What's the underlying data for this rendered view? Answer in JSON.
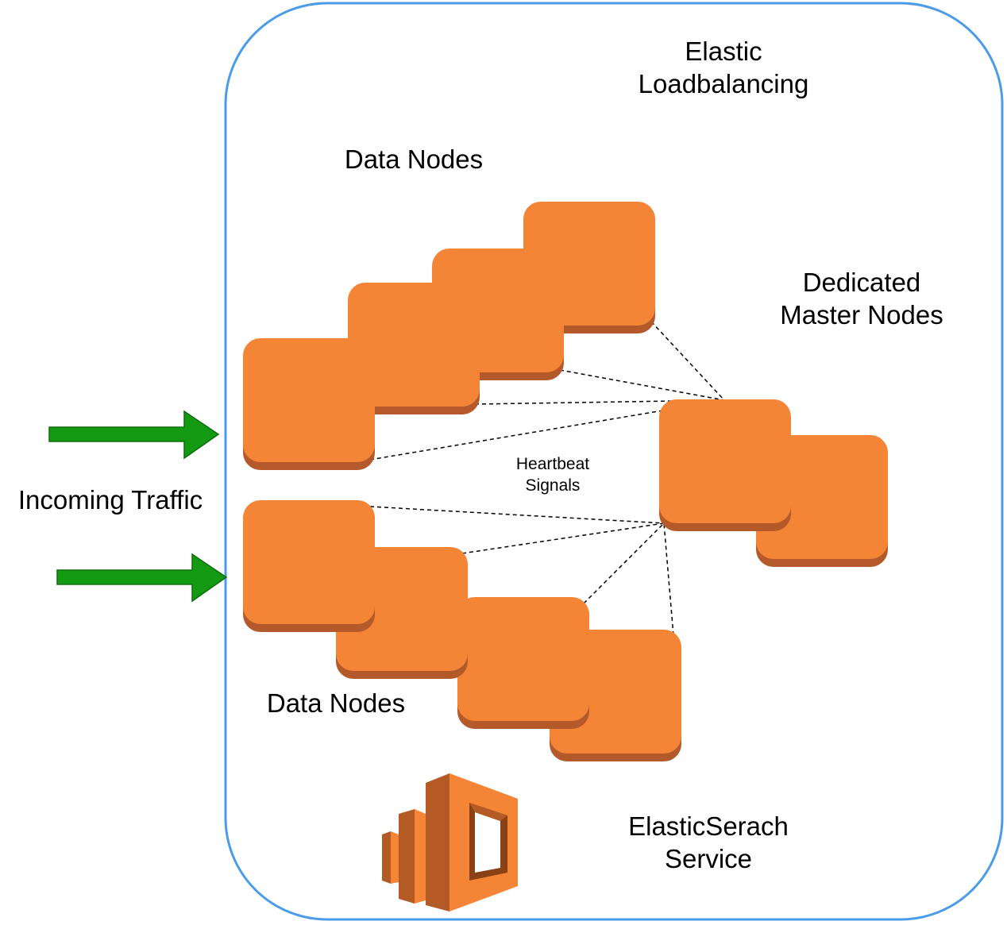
{
  "labels": {
    "elastic_lb": [
      "Elastic",
      "Loadbalancing"
    ],
    "data_nodes_top": "Data Nodes",
    "dedicated_master": [
      "Dedicated",
      "Master Nodes"
    ],
    "heartbeat": [
      "Heartbeat",
      "Signals"
    ],
    "incoming_traffic": "Incoming Traffic",
    "data_nodes_bottom": "Data Nodes",
    "service": [
      "ElasticSerach",
      "Service"
    ]
  },
  "colors": {
    "frame": "#4A9BE8",
    "node": "#F58536",
    "node_shadow": "#B3592A",
    "arrow": "#139A12",
    "arrow_stroke": "#0D6E0C",
    "logo_front": "#F58536",
    "logo_side": "#B35A25",
    "logo_dark": "#8A4116"
  },
  "icons": {
    "node": "aws-instance-node-icon",
    "service_logo": "aws-elasticsearch-service-icon",
    "arrow": "green-right-arrow-icon"
  }
}
